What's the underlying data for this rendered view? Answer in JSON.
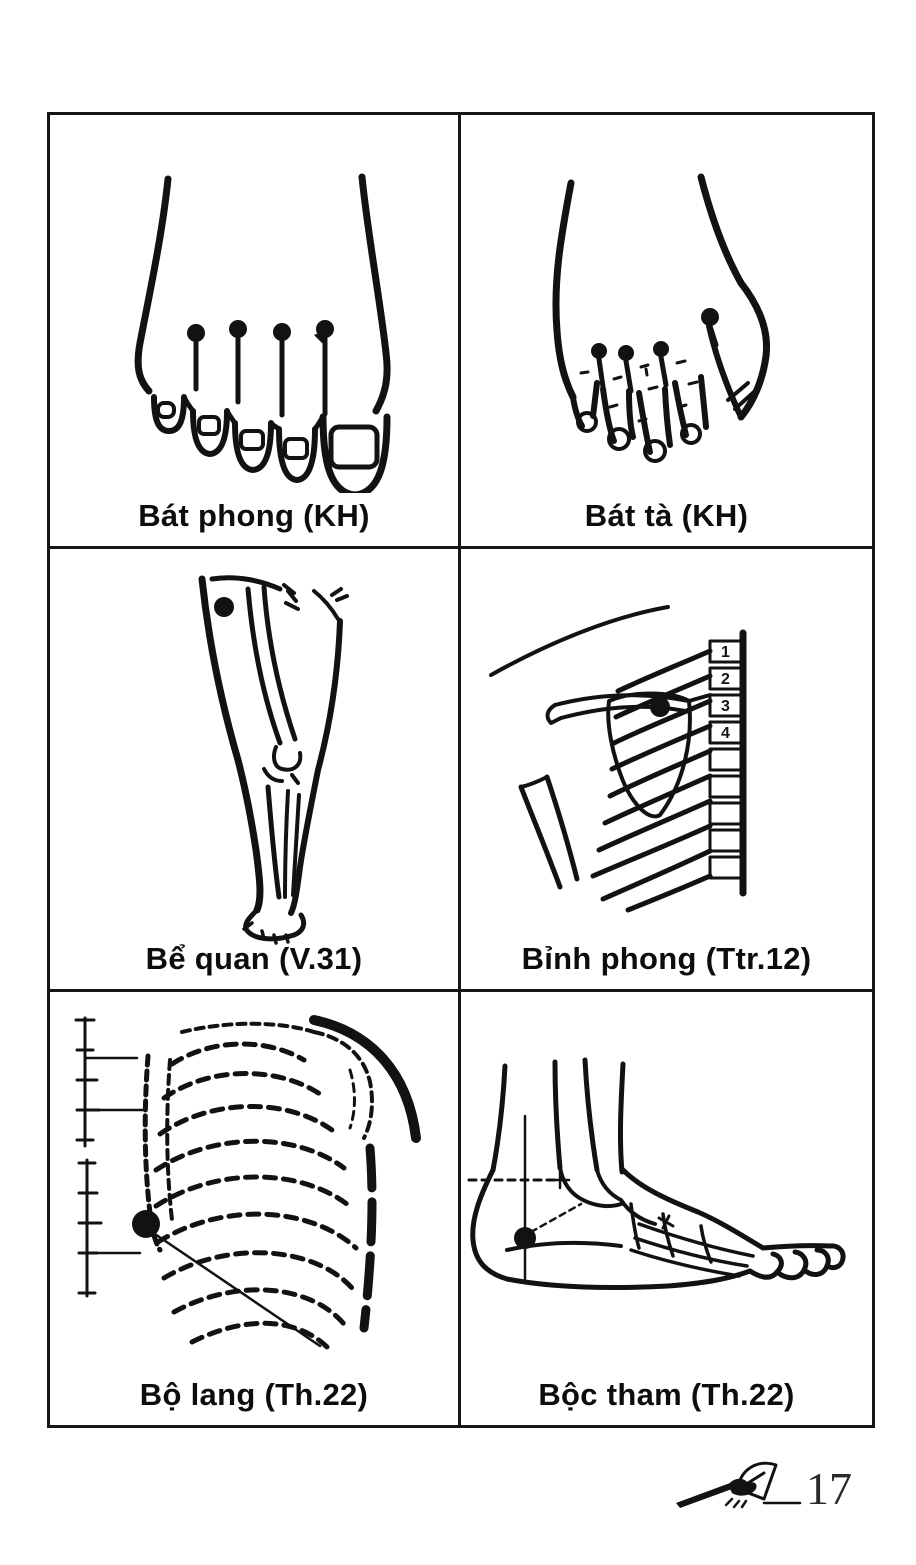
{
  "page": {
    "number": "17",
    "background": "#ffffff",
    "ink": "#141414"
  },
  "table": {
    "rows": 3,
    "cols": 2,
    "cells": [
      {
        "id": "bat-phong",
        "label": "Bát phong (KH)",
        "figure": "foot-dorsal-acupoints"
      },
      {
        "id": "bat-ta",
        "label": "Bát tà (KH)",
        "figure": "hand-dorsal-acupoints"
      },
      {
        "id": "be-quan",
        "label": "Bể quan (V.31)",
        "figure": "leg-anterior-acupoint"
      },
      {
        "id": "binh-phong",
        "label": "Bỉnh phong (Ttr.12)",
        "figure": "scapula-ribs-acupoint"
      },
      {
        "id": "bo-lang",
        "label": "Bộ lang (Th.22)",
        "figure": "ribcage-acupoint"
      },
      {
        "id": "boc-tham",
        "label": "Bộc tham (Th.22)",
        "figure": "foot-lateral-acupoint"
      }
    ]
  },
  "figures": {
    "binh_phong": {
      "vertebra_labels": [
        "1",
        "2",
        "3",
        "4"
      ]
    }
  }
}
